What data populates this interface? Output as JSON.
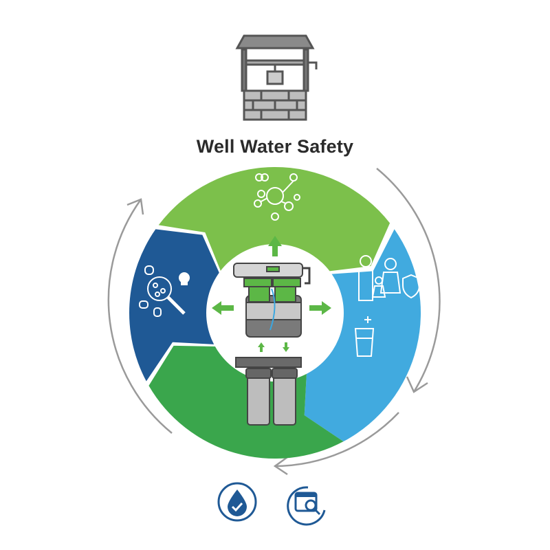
{
  "title": "Well Water Safety",
  "colors": {
    "top_segment": "#7cc04b",
    "right_segment": "#41aadf",
    "bottom_segment": "#3aa64c",
    "left_segment": "#1f5995",
    "cycle_arrows": "#9a9a9a",
    "bottom_icons": "#1f5995"
  },
  "segments": [
    {
      "position": "top",
      "icon": "molecule-contaminant-icon"
    },
    {
      "position": "right",
      "icon": "family-protection-and-clean-water-icon"
    },
    {
      "position": "bottom",
      "icon": "twin-cartridge-filter-icon"
    },
    {
      "position": "left",
      "icon": "bacteria-magnifier-skull-icon"
    }
  ],
  "center": {
    "icon": "water-filter-system-icon"
  },
  "top_icon": "wishing-well-icon",
  "bottom_icons": [
    "water-drop-check-icon",
    "calendar-inspection-icon"
  ]
}
